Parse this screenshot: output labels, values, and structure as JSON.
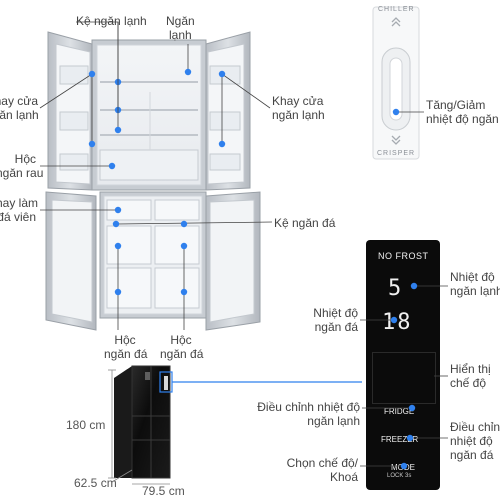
{
  "labels": {
    "shelf_fridge": "Kệ ngăn lạnh",
    "compartment_fridge": [
      "Ngăn",
      "lạnh"
    ],
    "tray_door_fridge_left": [
      "Khay cửa",
      "ngăn lạnh"
    ],
    "tray_door_fridge_right": [
      "Khay cửa",
      "ngăn lạnh"
    ],
    "veg_drawer": [
      "Hộc",
      "ngăn rau"
    ],
    "ice_tray": [
      "Khay làm",
      "đá viên"
    ],
    "shelf_freezer": "Kệ ngăn đá",
    "freezer_drawer_left": [
      "Hộc",
      "ngăn đá"
    ],
    "freezer_drawer_right": [
      "Hộc",
      "ngăn đá"
    ],
    "temp_adjust": [
      "Tăng/Giảm",
      "nhiệt độ ngăn"
    ],
    "fridge_temp": [
      "Nhiệt độ",
      "ngăn lạnh"
    ],
    "freezer_temp": [
      "Nhiệt độ",
      "ngăn đá"
    ],
    "mode_display": [
      "Hiển thị",
      "chế độ"
    ],
    "adjust_fridge_temp": [
      "Điều chỉnh nhiệt độ",
      "ngăn lạnh"
    ],
    "adjust_freezer_temp": [
      "Điều chỉnh",
      "nhiệt độ",
      "ngăn đá"
    ],
    "mode_lock": [
      "Chọn chế độ/",
      "Khoá"
    ]
  },
  "dimensions": {
    "height": "180 cm",
    "depth": "62.5 cm",
    "width": "79.5 cm"
  },
  "control_knob": {
    "top": "CHILLER",
    "bottom": "CRISPER"
  },
  "panel": {
    "brand": "NO FROST",
    "fridge_readout": "5",
    "freezer_readout": "18",
    "fridge_btn": "FRIDGE",
    "freezer_btn": "FREEZER",
    "mode_btn": "MODE",
    "lock_hint": "LOCK 3s"
  },
  "colors": {
    "pointer": "#2f80ed",
    "panel_bg": "#0b0b0b",
    "fridge_body": "#c9ced4",
    "label_text": "#444444"
  }
}
